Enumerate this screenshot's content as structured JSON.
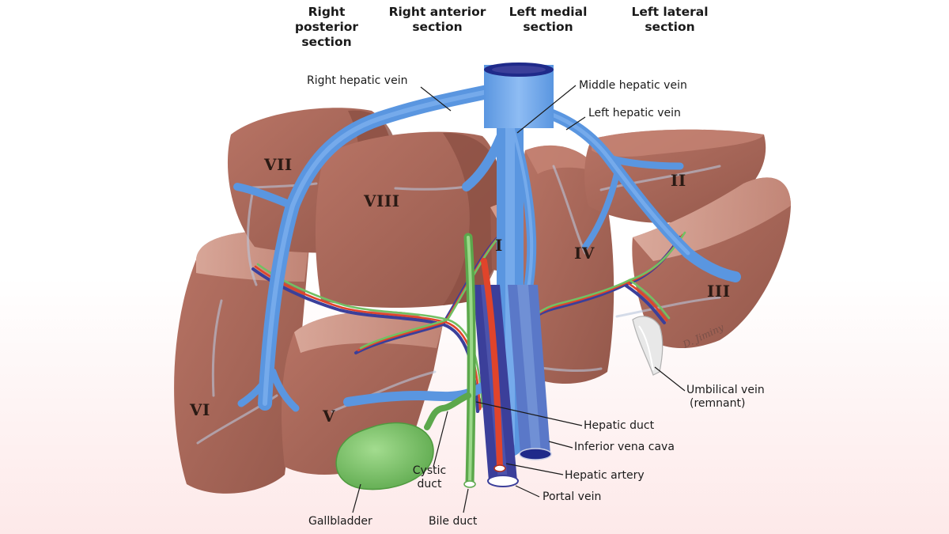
{
  "headers": [
    {
      "id": "right-posterior-section",
      "text": "Right posterior section"
    },
    {
      "id": "right-anterior-section",
      "text": "Right anterior section"
    },
    {
      "id": "left-medial-section",
      "text": "Left medial section"
    },
    {
      "id": "left-lateral-section",
      "text": "Left lateral section"
    }
  ],
  "segments": [
    "I",
    "II",
    "III",
    "IV",
    "V",
    "VI",
    "VII",
    "VIII"
  ],
  "labels": {
    "right_hepatic_vein": "Right hepatic vein",
    "middle_hepatic_vein": "Middle hepatic vein",
    "left_hepatic_vein": "Left hepatic vein",
    "umbilical_vein_line1": "Umbilical vein",
    "umbilical_vein_line2": "(remnant)",
    "hepatic_duct": "Hepatic duct",
    "inferior_vena_cava": "Inferior vena cava",
    "hepatic_artery": "Hepatic artery",
    "portal_vein": "Portal vein",
    "cystic_duct_line1": "Cystic",
    "cystic_duct_line2": "duct",
    "gallbladder": "Gallbladder",
    "bile_duct": "Bile duct"
  },
  "colors": {
    "liver": "#a9685a",
    "liver_light": "#d8a597",
    "hepatic_vein": "#6aa4e8",
    "portal_vein": "#3b3f9a",
    "hepatic_artery": "#e0442b",
    "bile_duct": "#72c063",
    "gallbladder": "#7dc46c"
  },
  "signature": "D. Jiminy"
}
